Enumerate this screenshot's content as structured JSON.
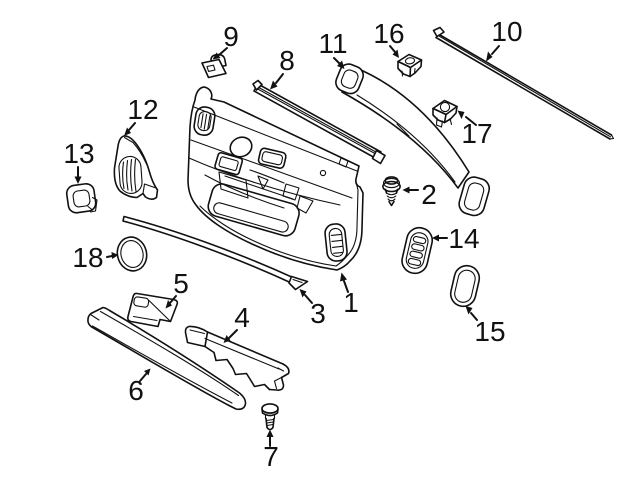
{
  "diagram": {
    "background_color": "#ffffff",
    "line_color": "#111111",
    "callouts": [
      {
        "label": "1"
      },
      {
        "label": "2"
      },
      {
        "label": "3"
      },
      {
        "label": "4"
      },
      {
        "label": "5"
      },
      {
        "label": "6"
      },
      {
        "label": "7"
      },
      {
        "label": "8"
      },
      {
        "label": "9"
      },
      {
        "label": "10"
      },
      {
        "label": "11"
      },
      {
        "label": "12"
      },
      {
        "label": "13"
      },
      {
        "label": "14"
      },
      {
        "label": "15"
      },
      {
        "label": "16"
      },
      {
        "label": "17"
      },
      {
        "label": "18"
      }
    ]
  }
}
